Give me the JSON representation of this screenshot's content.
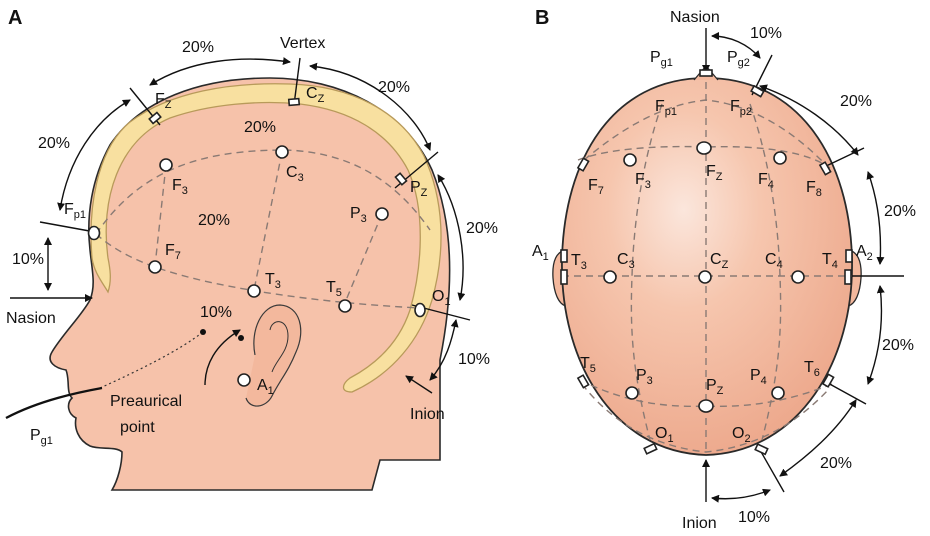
{
  "panels": {
    "a": "A",
    "b": "B"
  },
  "side": {
    "vertex": "Vertex",
    "nasion": "Nasion",
    "inion": "Inion",
    "preauricular": [
      "Preaurical",
      "point"
    ],
    "pct_top_left": "20%",
    "pct_left": "20%",
    "pct_right_top": "20%",
    "pct_right": "20%",
    "pct_mid": "20%",
    "pct_center": "20%",
    "pct_nasion": "10%",
    "pct_ear": "10%",
    "pct_inion": "10%",
    "electrodes": {
      "fp1": {
        "main": "F",
        "sub": "p1"
      },
      "fz": {
        "main": "F",
        "sub": "Z"
      },
      "cz": {
        "main": "C",
        "sub": "Z"
      },
      "pz": {
        "main": "P",
        "sub": "Z"
      },
      "o1": {
        "main": "O",
        "sub": "1"
      },
      "f3": {
        "main": "F",
        "sub": "3"
      },
      "c3": {
        "main": "C",
        "sub": "3"
      },
      "p3": {
        "main": "P",
        "sub": "3"
      },
      "f7": {
        "main": "F",
        "sub": "7"
      },
      "t3": {
        "main": "T",
        "sub": "3"
      },
      "t5": {
        "main": "T",
        "sub": "5"
      },
      "a1": {
        "main": "A",
        "sub": "1"
      },
      "pg1": {
        "main": "P",
        "sub": "g1"
      }
    }
  },
  "top": {
    "nasion": "Nasion",
    "inion": "Inion",
    "pct_top": "10%",
    "pct_right_1": "20%",
    "pct_right_2": "20%",
    "pct_right_3": "20%",
    "pct_bottom_right": "20%",
    "pct_bottom": "10%",
    "electrodes": {
      "pg1": {
        "main": "P",
        "sub": "g1"
      },
      "pg2": {
        "main": "P",
        "sub": "g2"
      },
      "fp1": {
        "main": "F",
        "sub": "p1"
      },
      "fp2": {
        "main": "F",
        "sub": "p2"
      },
      "f7": {
        "main": "F",
        "sub": "7"
      },
      "f3": {
        "main": "F",
        "sub": "3"
      },
      "fz": {
        "main": "F",
        "sub": "Z"
      },
      "f4": {
        "main": "F",
        "sub": "4"
      },
      "f8": {
        "main": "F",
        "sub": "8"
      },
      "a1": {
        "main": "A",
        "sub": "1"
      },
      "t3": {
        "main": "T",
        "sub": "3"
      },
      "c3": {
        "main": "C",
        "sub": "3"
      },
      "cz": {
        "main": "C",
        "sub": "Z"
      },
      "c4": {
        "main": "C",
        "sub": "4"
      },
      "t4": {
        "main": "T",
        "sub": "4"
      },
      "a2": {
        "main": "A",
        "sub": "2"
      },
      "t5": {
        "main": "T",
        "sub": "5"
      },
      "p3": {
        "main": "P",
        "sub": "3"
      },
      "pz": {
        "main": "P",
        "sub": "Z"
      },
      "p4": {
        "main": "P",
        "sub": "4"
      },
      "t6": {
        "main": "T",
        "sub": "6"
      },
      "o1": {
        "main": "O",
        "sub": "1"
      },
      "o2": {
        "main": "O",
        "sub": "2"
      }
    }
  },
  "colors": {
    "skin": "#f6c2aa",
    "skin_dark": "#e8a58a",
    "skull": "#f8e0a0",
    "skull_edge": "#b89a5a",
    "outline": "#2a2a2a"
  }
}
